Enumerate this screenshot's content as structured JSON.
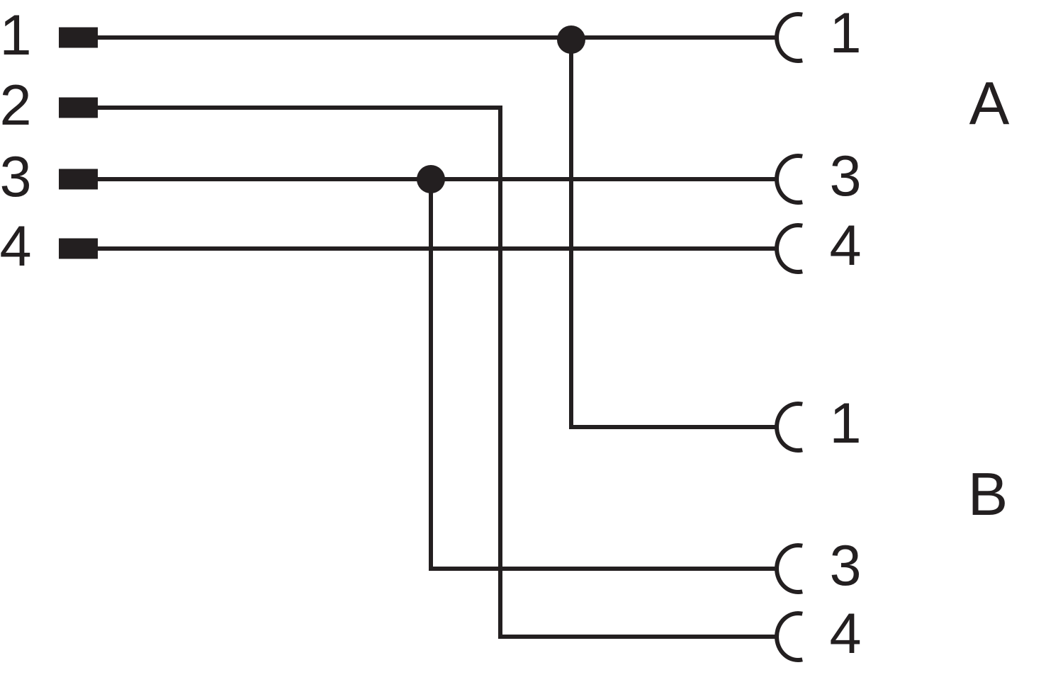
{
  "diagram": {
    "title": "connector-wiring-pinout",
    "colors": {
      "background": "#ffffff",
      "ink": "#231f20"
    },
    "source_pins": [
      {
        "label": "1"
      },
      {
        "label": "2"
      },
      {
        "label": "3"
      },
      {
        "label": "4"
      }
    ],
    "connector_a": {
      "label": "A",
      "pins": [
        {
          "label": "1"
        },
        {
          "label": "3"
        },
        {
          "label": "4"
        }
      ]
    },
    "connector_b": {
      "label": "B",
      "pins": [
        {
          "label": "1"
        },
        {
          "label": "3"
        },
        {
          "label": "4"
        }
      ]
    },
    "connections": [
      {
        "from": "1",
        "to": [
          "A1",
          "B1"
        ],
        "junction_dot": true
      },
      {
        "from": "2",
        "to": [
          "B4"
        ],
        "junction_dot": false
      },
      {
        "from": "3",
        "to": [
          "A3",
          "B3"
        ],
        "junction_dot": true
      },
      {
        "from": "4",
        "to": [
          "A4"
        ],
        "junction_dot": false
      }
    ]
  }
}
